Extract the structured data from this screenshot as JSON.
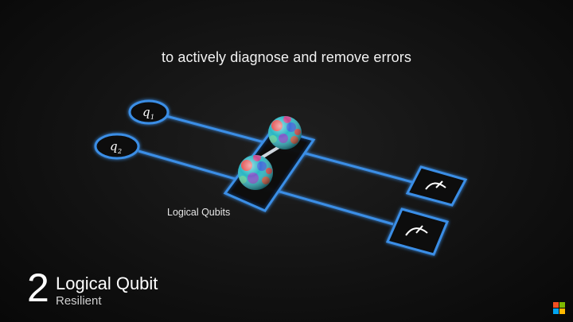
{
  "caption": "to actively diagnose and remove errors",
  "qubits": [
    {
      "letter": "q",
      "index": "1"
    },
    {
      "letter": "q",
      "index": "2"
    }
  ],
  "logical_qubits_label": "Logical Qubits",
  "step": {
    "number": "2",
    "title": "Logical Qubit",
    "subtitle": "Resilient"
  },
  "colors": {
    "line": "#3a8ee6",
    "glow": "#1e6fd6",
    "background": "#121212",
    "text": "#ffffff"
  },
  "icons": [
    "meter-icon",
    "meter-icon",
    "microsoft-logo-icon"
  ]
}
